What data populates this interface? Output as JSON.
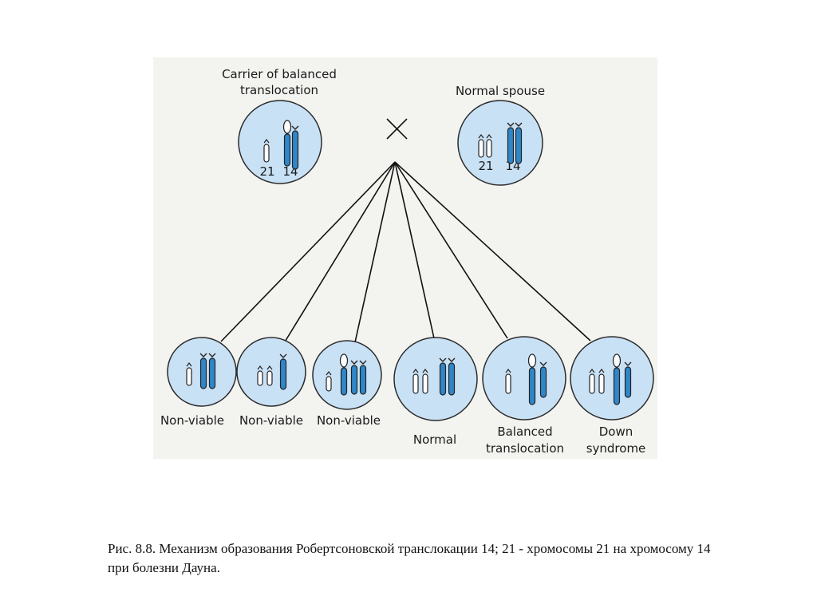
{
  "diagram": {
    "colors": {
      "panel": "#f3f4f0",
      "cell_fill": "#c9e1f5",
      "cell_stroke": "#2b2b2b",
      "chromosome_blue": "#2f86c8"
    },
    "carrier": {
      "label_line1": "Carrier of balanced",
      "label_line2": "translocation",
      "num_a": "21",
      "num_b": "14"
    },
    "cross_symbol": "×",
    "spouse": {
      "label": "Normal spouse",
      "num_a": "21",
      "num_b": "14"
    },
    "offspring": [
      {
        "line1": "Non-viable",
        "line2": ""
      },
      {
        "line1": "Non-viable",
        "line2": ""
      },
      {
        "line1": "Non-viable",
        "line2": ""
      },
      {
        "line1": "Normal",
        "line2": ""
      },
      {
        "line1": "Balanced",
        "line2": "translocation"
      },
      {
        "line1": "Down",
        "line2": "syndrome"
      }
    ]
  },
  "caption": "Рис. 8.8. Механизм образования Робертсоновской транслокации 14; 21 - хромосомы 21 на хромосому 14 при болезни Дауна."
}
